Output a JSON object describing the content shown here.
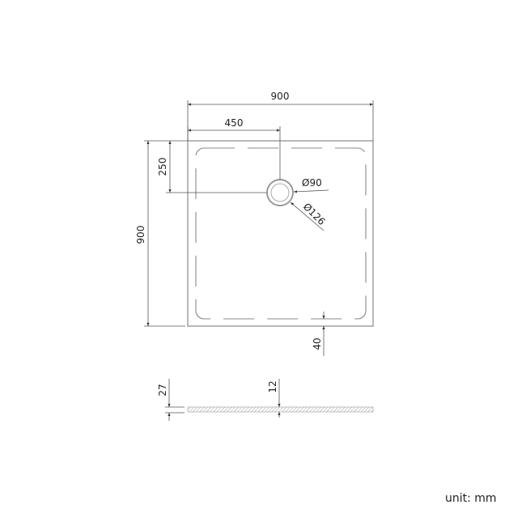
{
  "dimensions": {
    "width": "900",
    "half_width": "450",
    "length": "900",
    "drain_offset": "250",
    "drain_inner_diameter": "Ø90",
    "drain_outer_diameter": "Ø126",
    "rim_margin": "40",
    "height": "27",
    "drain_depth": "12"
  },
  "unit_label": "unit: mm"
}
